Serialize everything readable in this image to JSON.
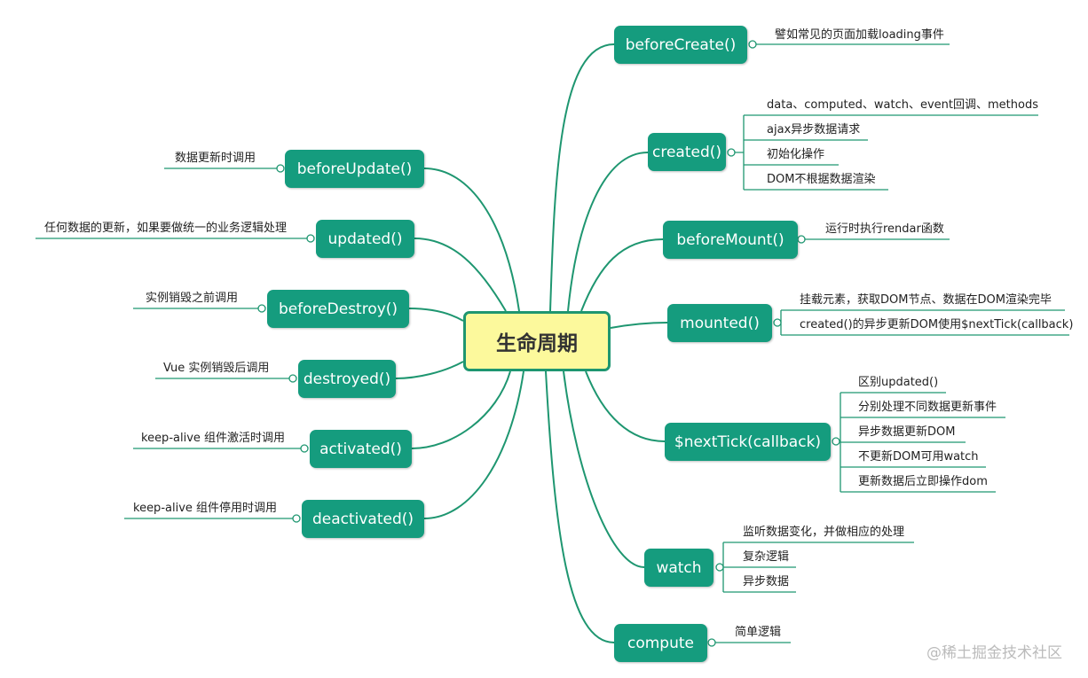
{
  "center": "生命周期",
  "right": {
    "beforeCreate": {
      "label": "beforeCreate()",
      "notes": [
        "譬如常见的页面加载loading事件"
      ]
    },
    "created": {
      "label": "created()",
      "notes": [
        "data、computed、watch、event回调、methods",
        "ajax异步数据请求",
        "初始化操作",
        "DOM不根据数据渲染"
      ]
    },
    "beforeMount": {
      "label": "beforeMount()",
      "notes": [
        "运行时执行rendar函数"
      ]
    },
    "mounted": {
      "label": "mounted()",
      "notes": [
        "挂载元素，获取DOM节点、数据在DOM渲染完毕",
        "created()的异步更新DOM使用$nextTick(callback)"
      ]
    },
    "nextTick": {
      "label": "$nextTick(callback)",
      "notes": [
        "区别updated()",
        "分别处理不同数据更新事件",
        "异步数据更新DOM",
        "不更新DOM可用watch",
        "更新数据后立即操作dom"
      ]
    },
    "watch": {
      "label": "watch",
      "notes": [
        "监听数据变化，并做相应的处理",
        "复杂逻辑",
        "异步数据"
      ]
    },
    "compute": {
      "label": "compute",
      "notes": [
        "简单逻辑"
      ]
    }
  },
  "left": {
    "beforeUpdate": {
      "label": "beforeUpdate()",
      "note": "数据更新时调用"
    },
    "updated": {
      "label": "updated()",
      "note": "任何数据的更新，如果要做统一的业务逻辑处理"
    },
    "beforeDestroy": {
      "label": "beforeDestroy()",
      "note": "实例销毁之前调用"
    },
    "destroyed": {
      "label": "destroyed()",
      "note": "Vue 实例销毁后调用"
    },
    "activated": {
      "label": "activated()",
      "note": "keep-alive 组件激活时调用"
    },
    "deactivated": {
      "label": "deactivated()",
      "note": "keep-alive 组件停用时调用"
    }
  },
  "watermark": "@稀土掘金技术社区",
  "colors": {
    "node": "#159c7e",
    "branch": "#1e9670",
    "center_fill": "#fcf99c"
  }
}
